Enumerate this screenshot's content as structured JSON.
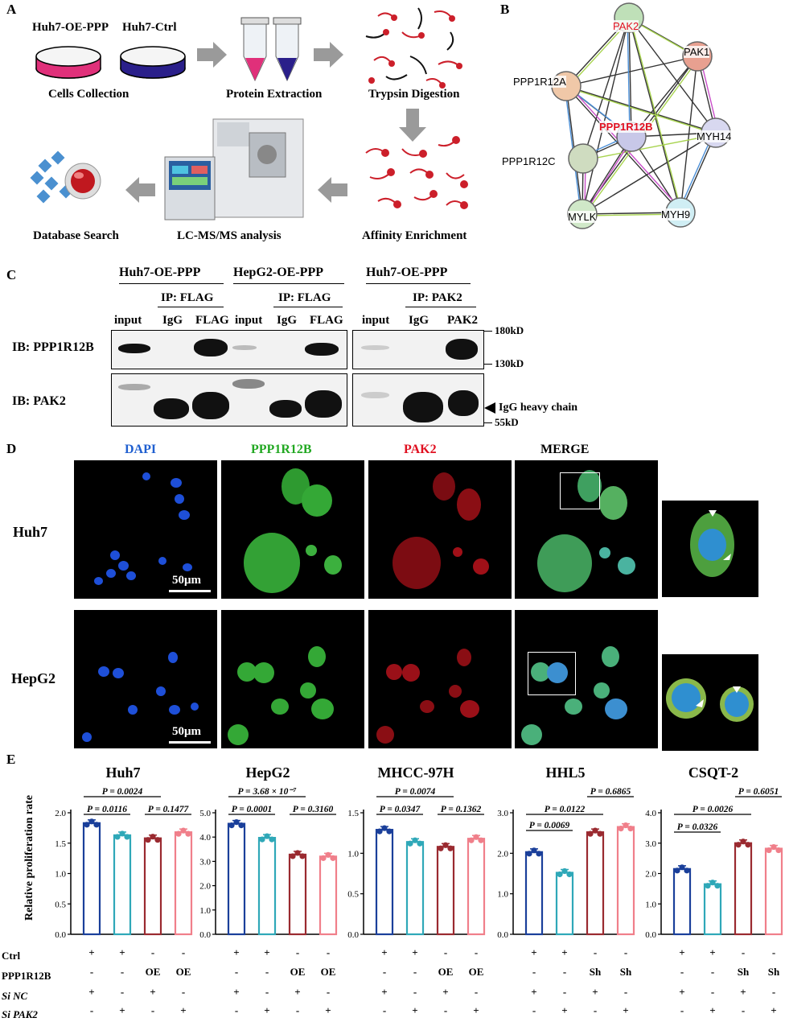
{
  "panelA": {
    "letter": "A",
    "oe_label": "Huh7-OE-PPP",
    "ctrl_label": "Huh7-Ctrl",
    "steps": [
      "Cells Collection",
      "Protein Extraction",
      "Trypsin Digestion",
      "Affinity Enrichment",
      "LC-MS/MS analysis",
      "Database Search"
    ],
    "colors": {
      "oe": "#e0307a",
      "ctrl": "#2a1f8a",
      "arrow": "#9a9a9a",
      "peptide": "#cc1f2a"
    }
  },
  "panelB": {
    "letter": "B",
    "nodes": [
      "PAK2",
      "PAK1",
      "PPP1R12A",
      "PPP1R12B",
      "MYH14",
      "PPP1R12C",
      "MYLK",
      "MYH9"
    ],
    "highlight_color": "#e01020"
  },
  "panelC": {
    "letter": "C",
    "groups": [
      {
        "title": "Huh7-OE-PPP",
        "ip": "IP: FLAG",
        "lanes": [
          "input",
          "IgG",
          "FLAG"
        ]
      },
      {
        "title": "HepG2-OE-PPP",
        "ip": "IP: FLAG",
        "lanes": [
          "input",
          "IgG",
          "FLAG"
        ]
      },
      {
        "title": "Huh7-OE-PPP",
        "ip": "IP: PAK2",
        "lanes": [
          "input",
          "IgG",
          "PAK2"
        ]
      }
    ],
    "ib": [
      "IB: PPP1R12B",
      "IB: PAK2"
    ],
    "markers": [
      "180kD",
      "130kD",
      "IgG heavy chain",
      "55kD"
    ]
  },
  "panelD": {
    "letter": "D",
    "columns": [
      "DAPI",
      "PPP1R12B",
      "PAK2",
      "MERGE"
    ],
    "column_colors": [
      "#1f5fd0",
      "#22a822",
      "#e01020",
      "#000000"
    ],
    "rows": [
      "Huh7",
      "HepG2"
    ],
    "scale": "50μm"
  },
  "panelE": {
    "letter": "E",
    "ylabel": "Relative proliferation rate",
    "condition_rows": [
      "Ctrl",
      "PPP1R12B",
      "Si NC",
      "Si PAK2"
    ],
    "colors": [
      "#1a3f9a",
      "#2fa8b8",
      "#9a2a30",
      "#f07f8a"
    ]
  },
  "chart_data": [
    {
      "type": "bar",
      "title": "Huh7",
      "values": [
        1.83,
        1.63,
        1.58,
        1.68
      ],
      "ylim": [
        0,
        2.0
      ],
      "yticks": [
        "0.0",
        "0.5",
        "1.0",
        "1.5",
        "2.0"
      ],
      "pvalues": [
        "P = 0.0024",
        "P = 0.0116",
        "P = 0.1477"
      ],
      "markers": {
        "Ctrl": [
          "+",
          "+",
          "-",
          "-"
        ],
        "PPP1R12B": [
          "-",
          "-",
          "OE",
          "OE"
        ],
        "Si NC": [
          "+",
          "-",
          "+",
          "-"
        ],
        "Si PAK2": [
          "-",
          "+",
          "-",
          "+"
        ]
      }
    },
    {
      "type": "bar",
      "title": "HepG2",
      "values": [
        4.55,
        3.97,
        3.28,
        3.2
      ],
      "ylim": [
        0,
        5.0
      ],
      "yticks": [
        "0.0",
        "1.0",
        "2.0",
        "3.0",
        "4.0",
        "5.0"
      ],
      "pvalues": [
        "P = 3.68 × 10⁻⁷",
        "P = 0.0001",
        "P = 0.3160"
      ],
      "markers": {
        "Ctrl": [
          "+",
          "+",
          "-",
          "-"
        ],
        "PPP1R12B": [
          "-",
          "-",
          "OE",
          "OE"
        ],
        "Si NC": [
          "+",
          "-",
          "+",
          "-"
        ],
        "Si PAK2": [
          "-",
          "+",
          "-",
          "+"
        ]
      }
    },
    {
      "type": "bar",
      "title": "MHCC-97H",
      "values": [
        1.29,
        1.14,
        1.08,
        1.18
      ],
      "ylim": [
        0,
        1.5
      ],
      "yticks": [
        "0.0",
        "0.5",
        "1.0",
        "1.5"
      ],
      "pvalues": [
        "P = 0.0074",
        "P = 0.0347",
        "P = 0.1362"
      ],
      "markers": {
        "Ctrl": [
          "+",
          "+",
          "-",
          "-"
        ],
        "PPP1R12B": [
          "-",
          "-",
          "OE",
          "OE"
        ],
        "Si NC": [
          "+",
          "-",
          "+",
          "-"
        ],
        "Si PAK2": [
          "-",
          "+",
          "-",
          "+"
        ]
      }
    },
    {
      "type": "bar",
      "title": "HHL5",
      "values": [
        2.03,
        1.52,
        2.52,
        2.65
      ],
      "ylim": [
        0,
        3.0
      ],
      "yticks": [
        "0.0",
        "1.0",
        "2.0",
        "3.0"
      ],
      "pvalues": [
        "P = 0.0122",
        "P = 0.0069",
        "P = 0.6865"
      ],
      "markers": {
        "Ctrl": [
          "+",
          "+",
          "-",
          "-"
        ],
        "PPP1R12B": [
          "-",
          "-",
          "Sh",
          "Sh"
        ],
        "Si NC": [
          "+",
          "-",
          "+",
          "-"
        ],
        "Si PAK2": [
          "-",
          "+",
          "-",
          "+"
        ]
      }
    },
    {
      "type": "bar",
      "title": "CSQT-2",
      "values": [
        2.15,
        1.65,
        3.0,
        2.82
      ],
      "ylim": [
        0,
        4.0
      ],
      "yticks": [
        "0.0",
        "1.0",
        "2.0",
        "3.0",
        "4.0"
      ],
      "pvalues": [
        "P = 0.0026",
        "P = 0.0326",
        "P = 0.6051"
      ],
      "markers": {
        "Ctrl": [
          "+",
          "+",
          "-",
          "-"
        ],
        "PPP1R12B": [
          "-",
          "-",
          "Sh",
          "Sh"
        ],
        "Si NC": [
          "+",
          "-",
          "+",
          "-"
        ],
        "Si PAK2": [
          "-",
          "+",
          "-",
          "+"
        ]
      }
    }
  ]
}
